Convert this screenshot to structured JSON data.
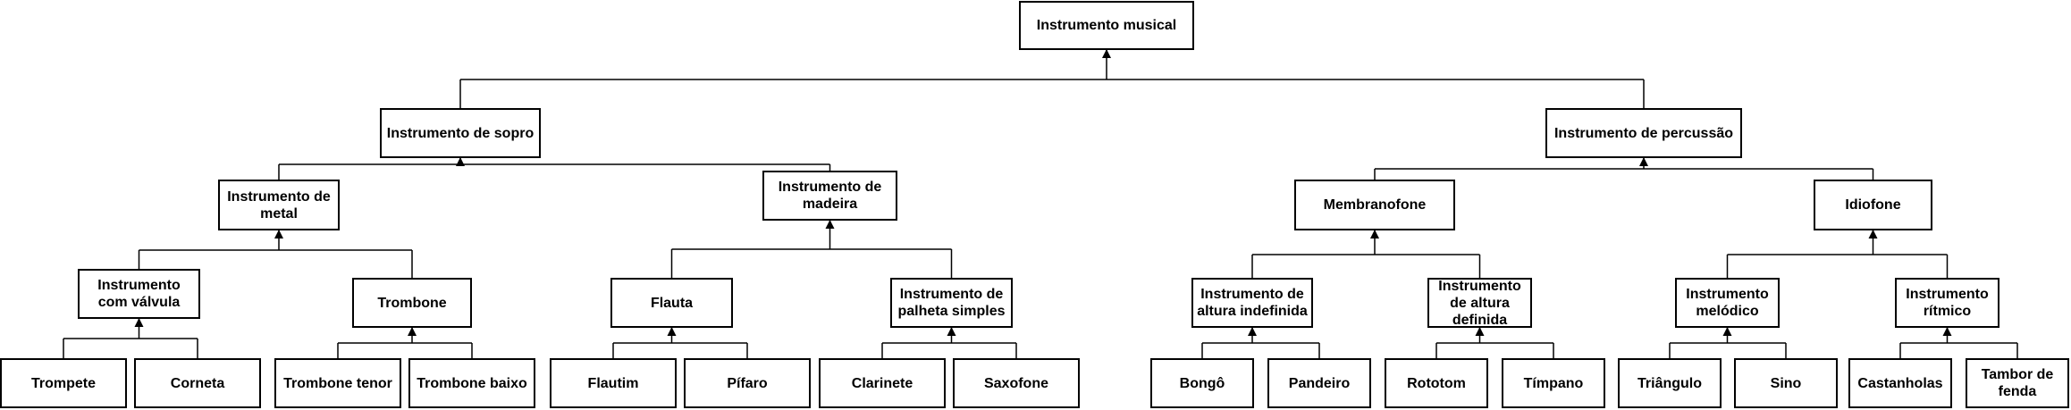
{
  "diagram": {
    "type": "hierarchy-tree",
    "line_color": "#000000",
    "box_border_color": "#000000",
    "nodes": {
      "root": "Instrumento musical",
      "sopro": "Instrumento de sopro",
      "percussao": "Instrumento de percussão",
      "metal": "Instrumento de metal",
      "madeira": "Instrumento de madeira",
      "membranofone": "Membranofone",
      "idiofone": "Idiofone",
      "valvula": "Instrumento com válvula",
      "trombone": "Trombone",
      "flauta": "Flauta",
      "palheta": "Instrumento de palheta simples",
      "altura_indefinida": "Instrumento de altura indefinida",
      "altura_definida": "Instrumento de altura definida",
      "melodico": "Instrumento melódico",
      "ritmico": "Instrumento rítmico",
      "trompete": "Trompete",
      "corneta": "Corneta",
      "trombone_tenor": "Trombone tenor",
      "trombone_baixo": "Trombone baixo",
      "flautim": "Flautim",
      "pifaro": "Pífaro",
      "clarinete": "Clarinete",
      "saxofone": "Saxofone",
      "bongo": "Bongô",
      "pandeiro": "Pandeiro",
      "rototom": "Rototom",
      "timpano": "Tímpano",
      "triangulo": "Triângulo",
      "sino": "Sino",
      "castanholas": "Castanholas",
      "tambor_fenda": "Tambor de fenda"
    },
    "edges": [
      [
        "sopro",
        "root"
      ],
      [
        "percussao",
        "root"
      ],
      [
        "metal",
        "sopro"
      ],
      [
        "madeira",
        "sopro"
      ],
      [
        "membranofone",
        "percussao"
      ],
      [
        "idiofone",
        "percussao"
      ],
      [
        "valvula",
        "metal"
      ],
      [
        "trombone",
        "metal"
      ],
      [
        "flauta",
        "madeira"
      ],
      [
        "palheta",
        "madeira"
      ],
      [
        "altura_indefinida",
        "membranofone"
      ],
      [
        "altura_definida",
        "membranofone"
      ],
      [
        "melodico",
        "idiofone"
      ],
      [
        "ritmico",
        "idiofone"
      ],
      [
        "trompete",
        "valvula"
      ],
      [
        "corneta",
        "valvula"
      ],
      [
        "trombone_tenor",
        "trombone"
      ],
      [
        "trombone_baixo",
        "trombone"
      ],
      [
        "flautim",
        "flauta"
      ],
      [
        "pifaro",
        "flauta"
      ],
      [
        "clarinete",
        "palheta"
      ],
      [
        "saxofone",
        "palheta"
      ],
      [
        "bongo",
        "altura_indefinida"
      ],
      [
        "pandeiro",
        "altura_indefinida"
      ],
      [
        "rototom",
        "altura_definida"
      ],
      [
        "timpano",
        "altura_definida"
      ],
      [
        "triangulo",
        "melodico"
      ],
      [
        "sino",
        "melodico"
      ],
      [
        "castanholas",
        "ritmico"
      ],
      [
        "tambor_fenda",
        "ritmico"
      ]
    ]
  }
}
